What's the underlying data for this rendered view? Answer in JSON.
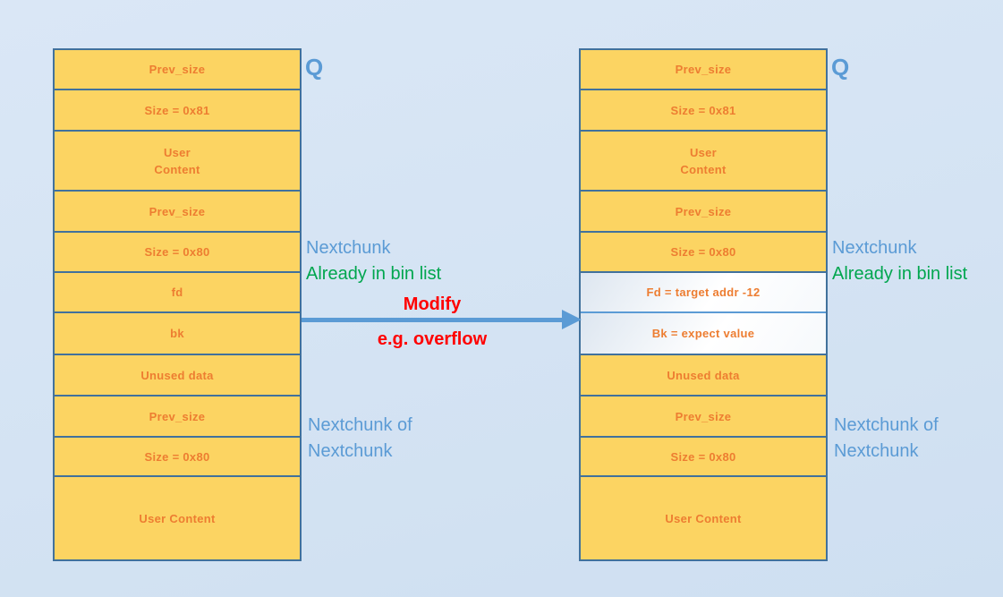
{
  "diagram": {
    "columns": [
      {
        "name": "before",
        "marker": "Q",
        "cells": [
          {
            "text": "Prev_size",
            "style": "yellow"
          },
          {
            "text": "Size = 0x81",
            "style": "yellow"
          },
          {
            "text": "User\nContent",
            "style": "yellow"
          },
          {
            "text": "Prev_size",
            "style": "yellow"
          },
          {
            "text": "Size = 0x80",
            "style": "yellow"
          },
          {
            "text": "fd",
            "style": "yellow"
          },
          {
            "text": "bk",
            "style": "yellow"
          },
          {
            "text": "Unused data",
            "style": "yellow"
          },
          {
            "text": "Prev_size",
            "style": "yellow"
          },
          {
            "text": "Size = 0x80",
            "style": "yellow"
          },
          {
            "text": "User Content",
            "style": "yellow"
          }
        ]
      },
      {
        "name": "after",
        "marker": "Q",
        "cells": [
          {
            "text": "Prev_size",
            "style": "yellow"
          },
          {
            "text": "Size = 0x81",
            "style": "yellow"
          },
          {
            "text": "User\nContent",
            "style": "yellow"
          },
          {
            "text": "Prev_size",
            "style": "yellow"
          },
          {
            "text": "Size = 0x80",
            "style": "yellow"
          },
          {
            "text": "Fd = target addr -12",
            "style": "white",
            "divider": "accent"
          },
          {
            "text": "Bk = expect value",
            "style": "white"
          },
          {
            "text": "Unused data",
            "style": "yellow"
          },
          {
            "text": "Prev_size",
            "style": "yellow"
          },
          {
            "text": "Size = 0x80",
            "style": "yellow"
          },
          {
            "text": "User Content",
            "style": "yellow"
          }
        ]
      }
    ],
    "annotations": {
      "nextchunk_left": {
        "line1": "Nextchunk",
        "line2": "Already in bin list"
      },
      "nextchunk_right": {
        "line1": "Nextchunk",
        "line2": "Already in bin list"
      },
      "nextchunk_of_left": {
        "line1": "Nextchunk of",
        "line2": "Nextchunk"
      },
      "nextchunk_of_right": {
        "line1": "Nextchunk of",
        "line2": "Nextchunk"
      },
      "arrow_label_top": "Modify",
      "arrow_label_bottom": "e.g. overflow"
    },
    "colors": {
      "cell_fill": "#FCD462",
      "cell_border": "#41719C",
      "cell_text": "#ED7D31",
      "accent_blue": "#5B9BD5",
      "green": "#00A64E",
      "red": "#FF0000",
      "background": "#D5E3F3"
    }
  }
}
